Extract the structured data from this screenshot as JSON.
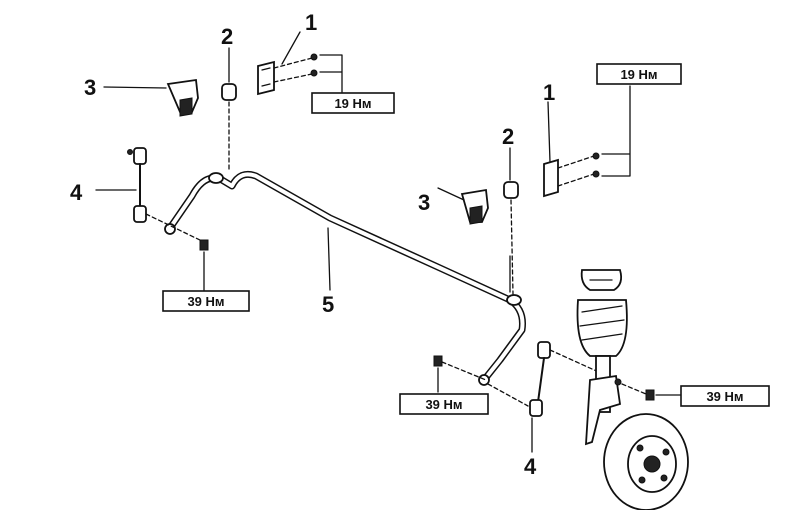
{
  "callouts": {
    "bracket_left": "1",
    "bushing_left": "2",
    "clamp_left": "3",
    "link_left": "4",
    "stabilizer_bar": "5",
    "bracket_right": "1",
    "bushing_right": "2",
    "clamp_right": "3",
    "link_right": "4"
  },
  "torques": {
    "bracket_left": "19 Нм",
    "bracket_right": "19 Нм",
    "link_left": "39 Нм",
    "link_right_upper": "39 Нм",
    "strut_nut": "39 Нм"
  }
}
